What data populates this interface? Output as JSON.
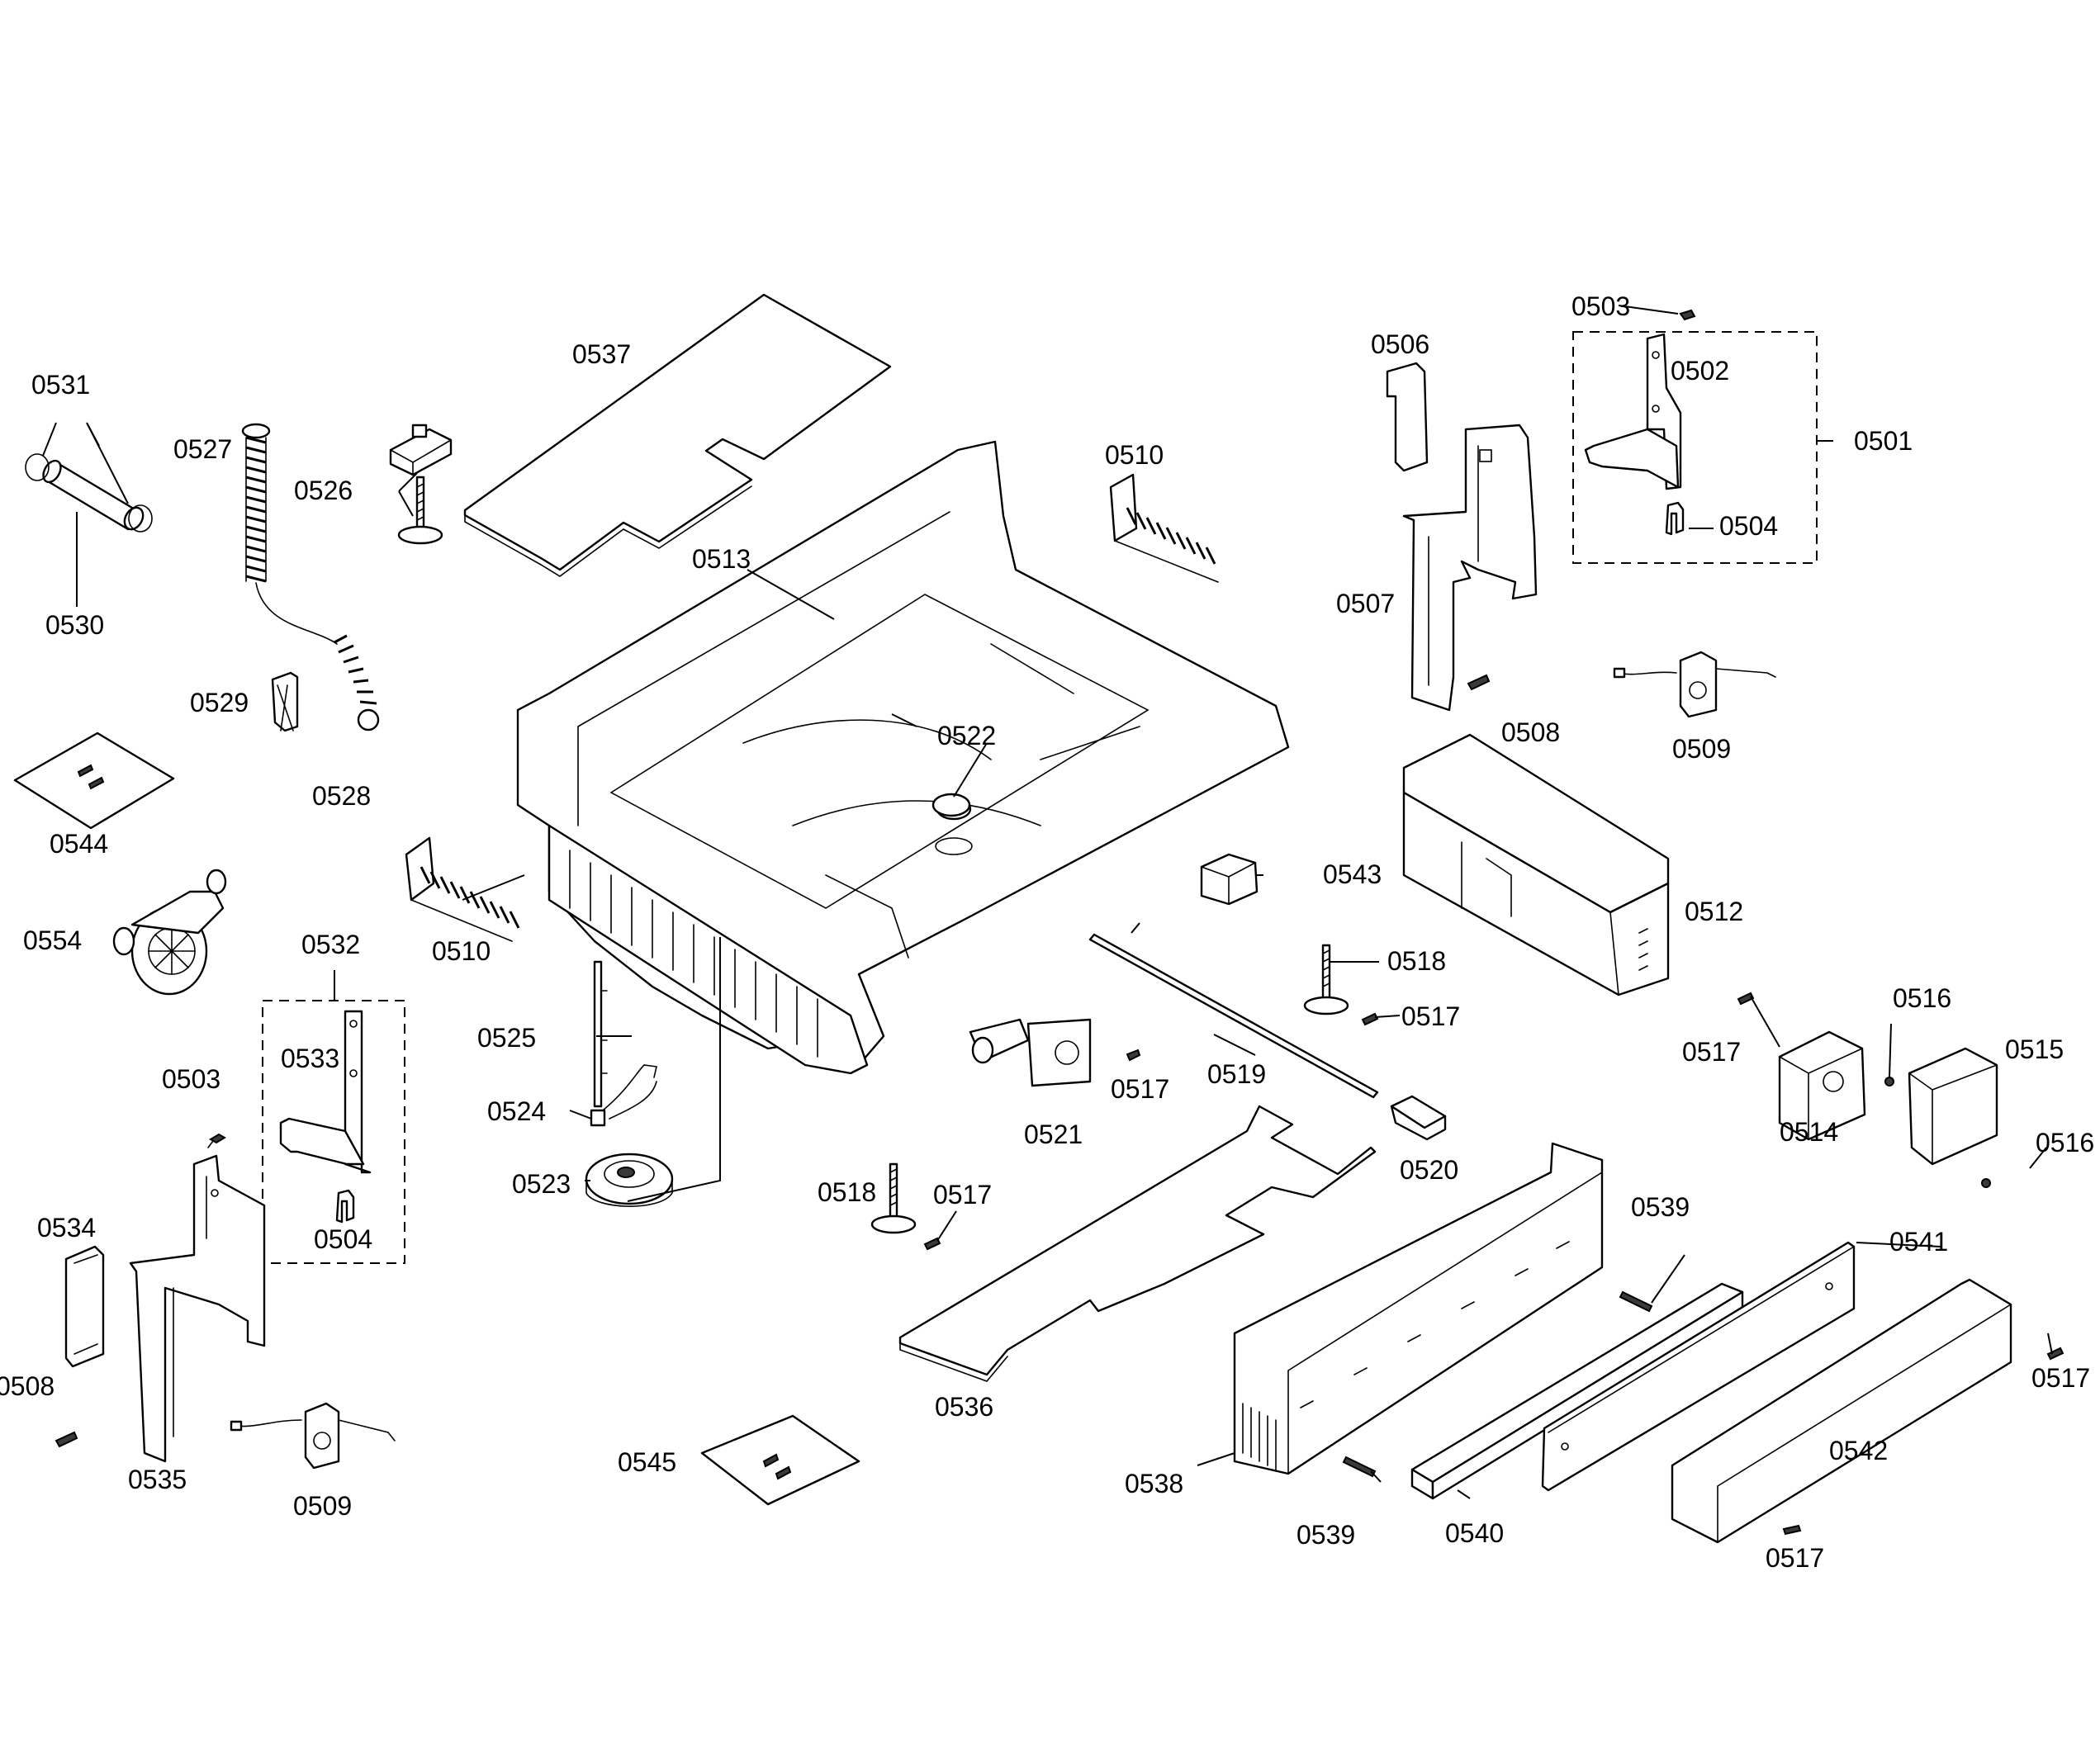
{
  "diagram": {
    "callouts": {
      "c0501": "0501",
      "c0502": "0502",
      "c0503a": "0503",
      "c0503b": "0503",
      "c0504a": "0504",
      "c0504b": "0504",
      "c0506": "0506",
      "c0507": "0507",
      "c0508a": "0508",
      "c0508b": "0508",
      "c0509a": "0509",
      "c0509b": "0509",
      "c0510a": "0510",
      "c0510b": "0510",
      "c0512": "0512",
      "c0513": "0513",
      "c0514": "0514",
      "c0515": "0515",
      "c0516a": "0516",
      "c0516b": "0516",
      "c0517a": "0517",
      "c0517b": "0517",
      "c0517c": "0517",
      "c0517d": "0517",
      "c0517e": "0517",
      "c0517f": "0517",
      "c0518a": "0518",
      "c0518b": "0518",
      "c0519": "0519",
      "c0520": "0520",
      "c0521": "0521",
      "c0522": "0522",
      "c0523": "0523",
      "c0524": "0524",
      "c0525": "0525",
      "c0526": "0526",
      "c0527": "0527",
      "c0528": "0528",
      "c0529": "0529",
      "c0530": "0530",
      "c0531": "0531",
      "c0532": "0532",
      "c0533": "0533",
      "c0534": "0534",
      "c0535": "0535",
      "c0536": "0536",
      "c0537": "0537",
      "c0538": "0538",
      "c0539a": "0539",
      "c0539b": "0539",
      "c0540": "0540",
      "c0541": "0541",
      "c0542": "0542",
      "c0543": "0543",
      "c0544": "0544",
      "c0545": "0545",
      "c0554": "0554"
    }
  }
}
